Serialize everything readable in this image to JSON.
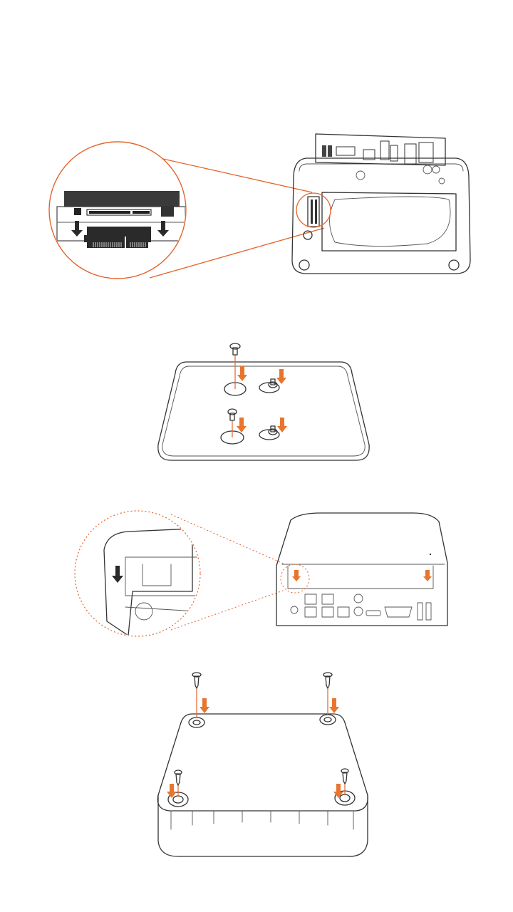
{
  "colors": {
    "accent": "#e4632a",
    "arrow_orange": "#e8752f",
    "line": "#333333",
    "background": "#ffffff"
  },
  "steps": [
    {
      "id": "step-1",
      "icon": "connect-hdd-sata-illustration"
    },
    {
      "id": "step-2",
      "icon": "hdd-screws-illustration"
    },
    {
      "id": "step-3",
      "icon": "cover-slide-illustration"
    },
    {
      "id": "step-4",
      "icon": "bottom-screws-illustration"
    }
  ]
}
